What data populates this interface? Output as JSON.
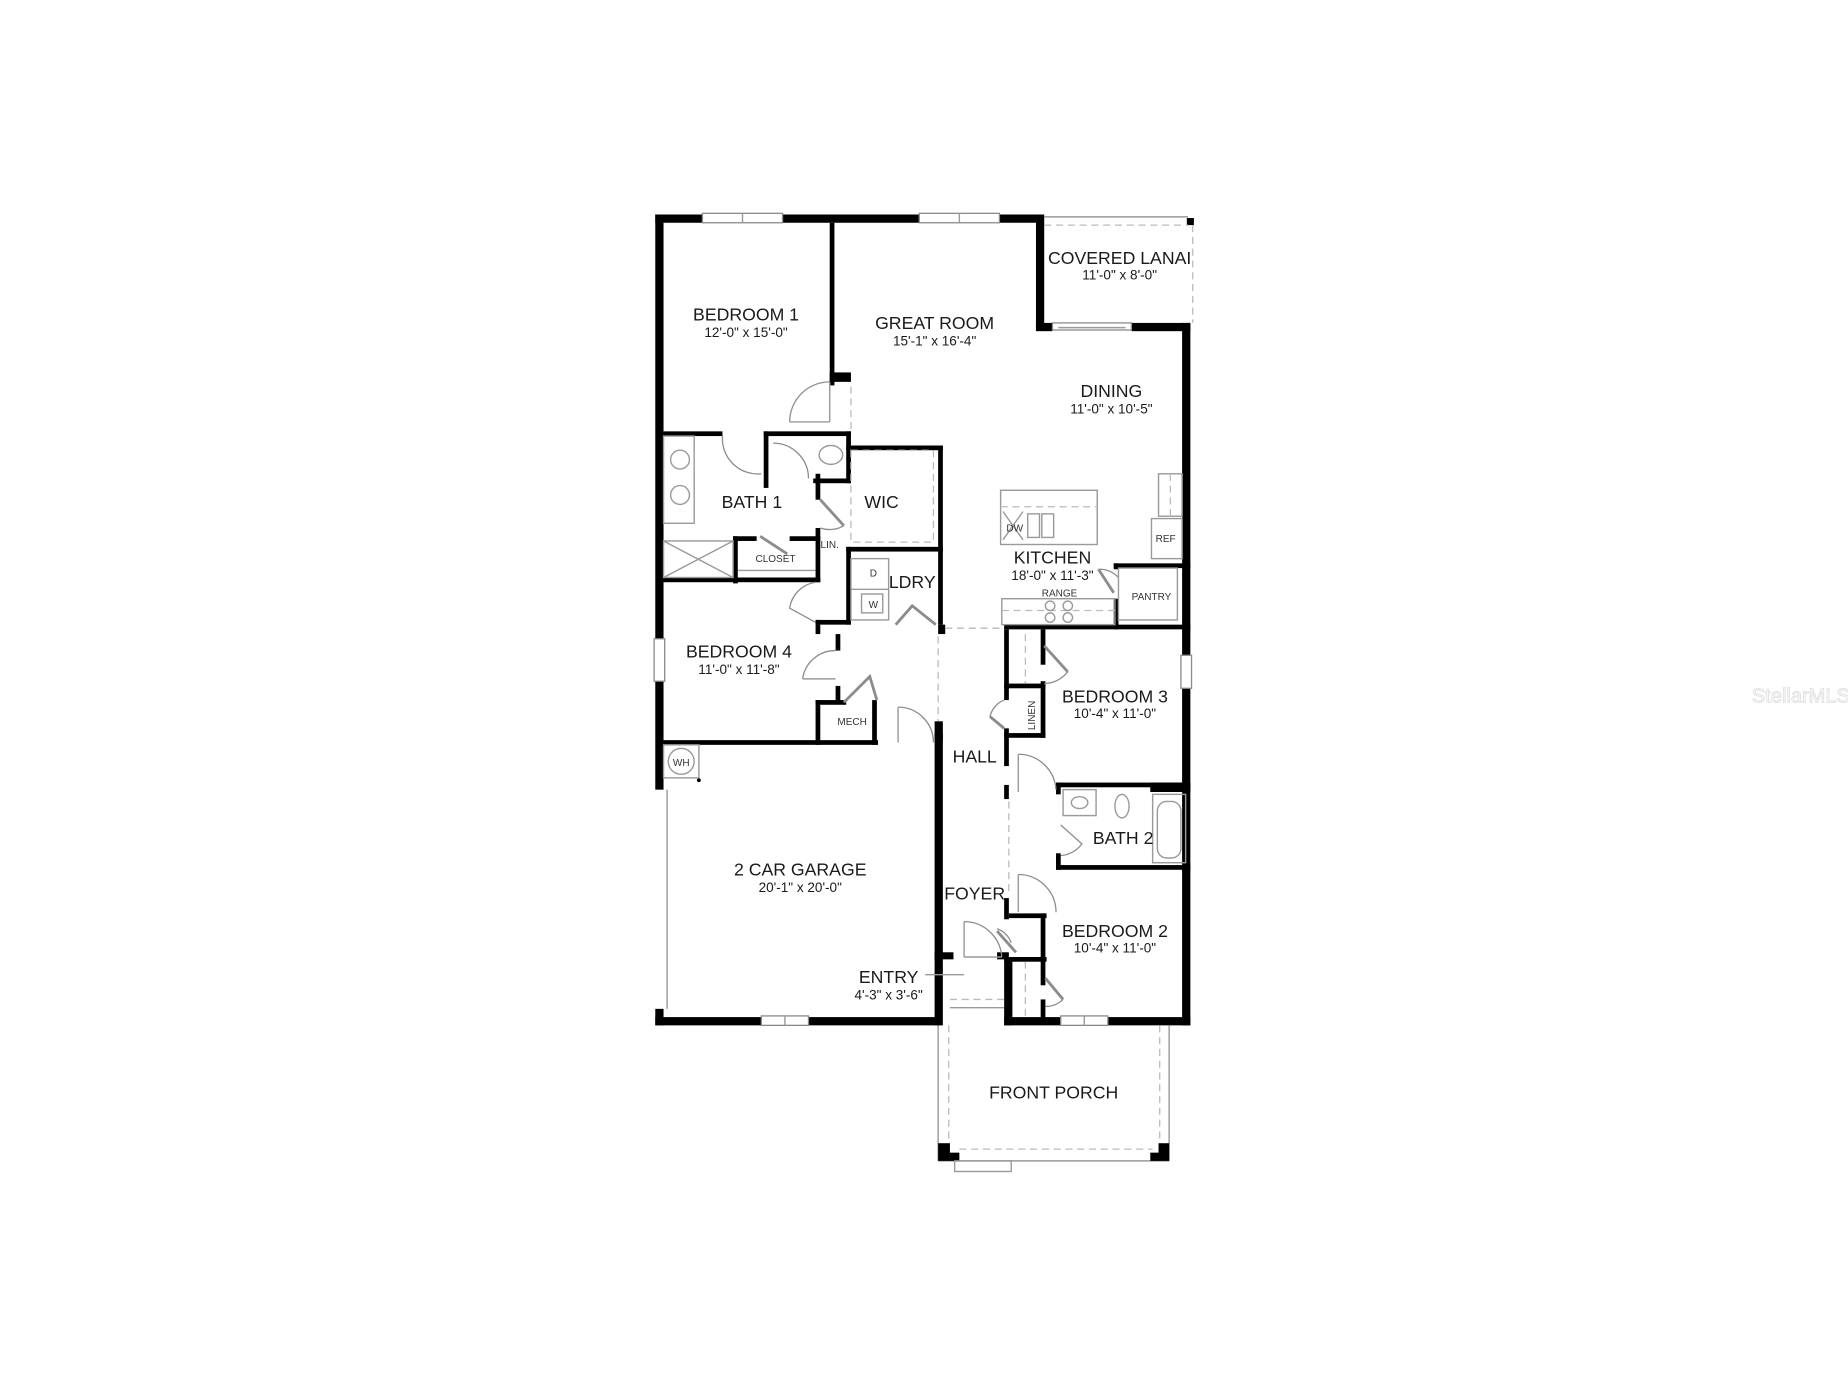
{
  "plan": {
    "rooms": [
      {
        "name": "BEDROOM 1",
        "dims": "12'-0\" x 15'-0\""
      },
      {
        "name": "GREAT ROOM",
        "dims": "15'-1\" x 16'-4\""
      },
      {
        "name": "COVERED LANAI",
        "dims": "11'-0\" x 8'-0\""
      },
      {
        "name": "DINING",
        "dims": "11'-0\" x 10'-5\""
      },
      {
        "name": "BATH 1",
        "dims": ""
      },
      {
        "name": "WIC",
        "dims": ""
      },
      {
        "name": "KITCHEN",
        "dims": "18'-0\" x 11'-3\""
      },
      {
        "name": "LDRY",
        "dims": ""
      },
      {
        "name": "BEDROOM 4",
        "dims": "11'-0\" x 11'-8\""
      },
      {
        "name": "BEDROOM 3",
        "dims": "10'-4\" x 11'-0\""
      },
      {
        "name": "HALL",
        "dims": ""
      },
      {
        "name": "BATH 2",
        "dims": ""
      },
      {
        "name": "2 CAR GARAGE",
        "dims": "20'-1\" x 20'-0\""
      },
      {
        "name": "FOYER",
        "dims": ""
      },
      {
        "name": "BEDROOM 2",
        "dims": "10'-4\" x 11'-0\""
      },
      {
        "name": "ENTRY",
        "dims": "4'-3\" x 3'-6\""
      },
      {
        "name": "FRONT PORCH",
        "dims": ""
      }
    ],
    "fixtures": {
      "closet": "CLOSET",
      "lin": "LIN.",
      "dryer": "D",
      "washer": "W",
      "dishwasher": "DW",
      "range": "RANGE",
      "ref": "REF",
      "pantry": "PANTRY",
      "linen": "LINEN",
      "mech": "MECH",
      "water_heater": "WH"
    }
  },
  "watermark": "StellarMLS"
}
